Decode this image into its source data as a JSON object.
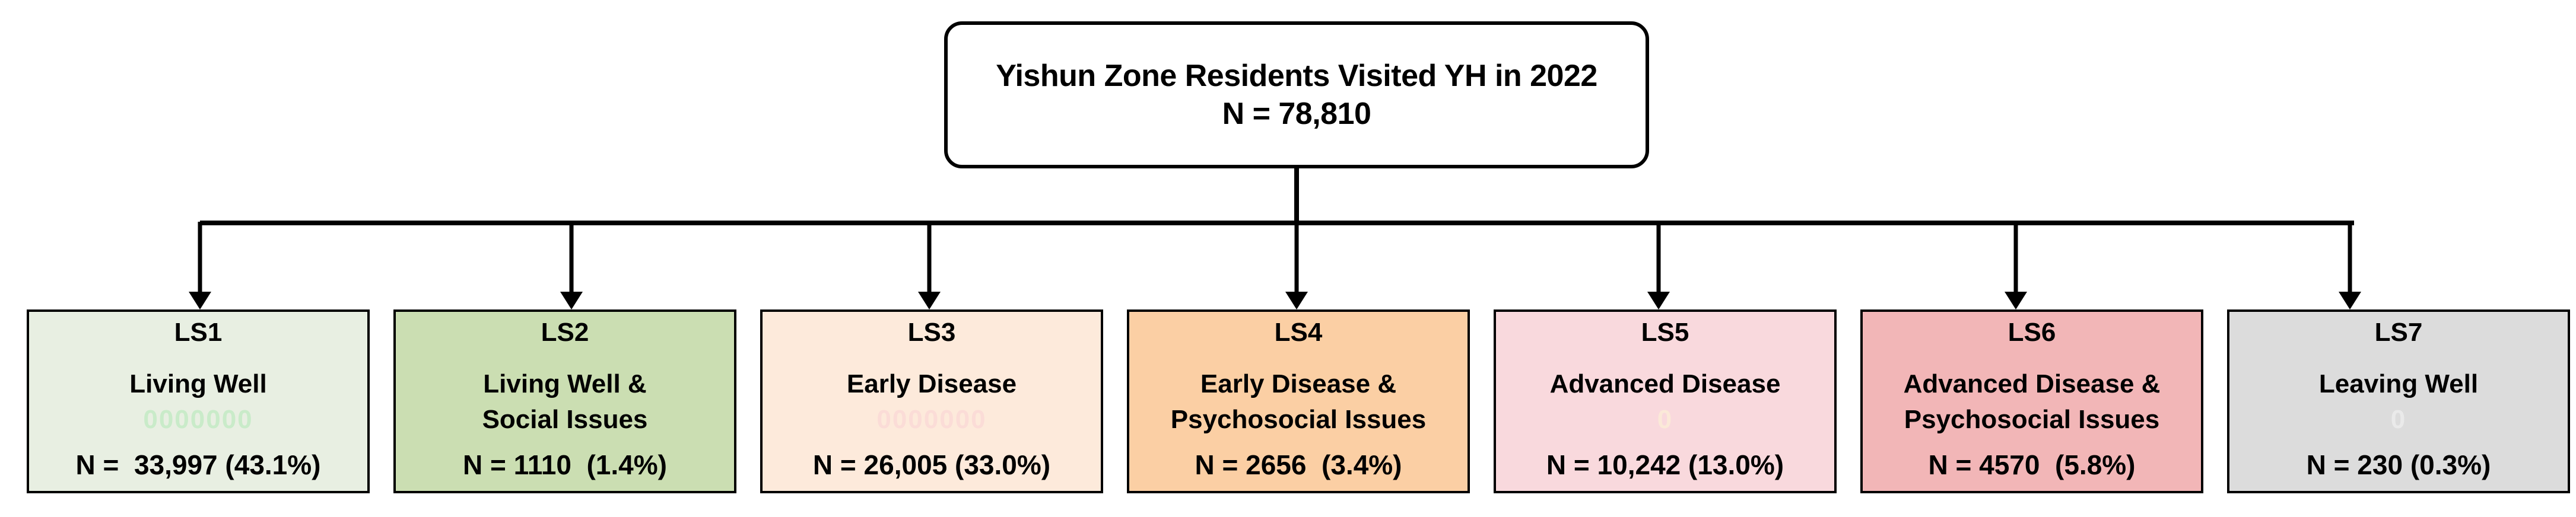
{
  "root": {
    "title": "Yishun Zone Residents Visited YH in 2022",
    "n": "N = 78,810"
  },
  "connector": {
    "color": "#000000"
  },
  "boxes": [
    {
      "code": "LS1",
      "label_line1": "Living Well",
      "label_line2": "",
      "watermark": "0000000",
      "n_label": "N =  33,997 (43.1%)",
      "bg": "#e8efe2",
      "wm_color": "#c9ebc9"
    },
    {
      "code": "LS2",
      "label_line1": "Living Well &",
      "label_line2": "Social Issues",
      "watermark": "",
      "n_label": "N = 1110  (1.4%)",
      "bg": "#cbdeb2",
      "wm_color": ""
    },
    {
      "code": "LS3",
      "label_line1": "Early Disease",
      "label_line2": "",
      "watermark": "0000000",
      "n_label": "N = 26,005 (33.0%)",
      "bg": "#fdeadb",
      "wm_color": "#fbdcd7"
    },
    {
      "code": "LS4",
      "label_line1": "Early Disease &",
      "label_line2": "Psychosocial Issues",
      "watermark": "",
      "n_label": "N = 2656  (3.4%)",
      "bg": "#fbcfa4",
      "wm_color": ""
    },
    {
      "code": "LS5",
      "label_line1": "Advanced Disease",
      "label_line2": "",
      "watermark": "0",
      "n_label": "N = 10,242 (13.0%)",
      "bg": "#f9d9dd",
      "wm_color": "#fbe9d8"
    },
    {
      "code": "LS6",
      "label_line1": "Advanced Disease &",
      "label_line2": "Psychosocial Issues",
      "watermark": "",
      "n_label": "N = 4570  (5.8%)",
      "bg": "#f2b6b7",
      "wm_color": ""
    },
    {
      "code": "LS7",
      "label_line1": "Leaving Well",
      "label_line2": "",
      "watermark": "0",
      "n_label": "N = 230 (0.3%)",
      "bg": "#dcdcdc",
      "wm_color": "#eaeaea"
    }
  ]
}
